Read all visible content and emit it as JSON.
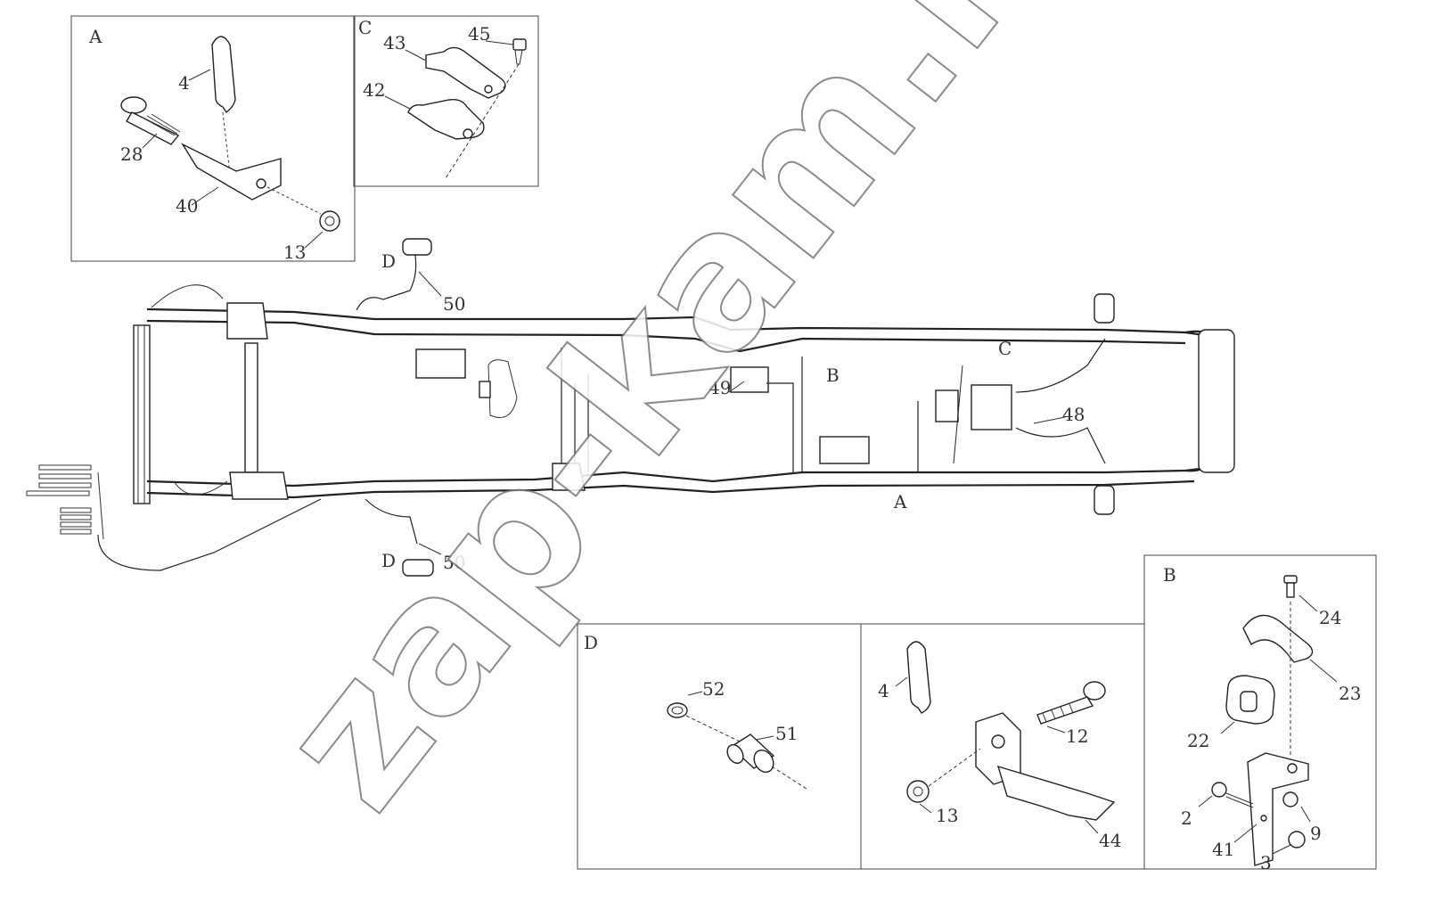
{
  "watermark": "zap-kam.ru",
  "insets": {
    "A": {
      "letter": "A",
      "parts": [
        "4",
        "28",
        "40",
        "13"
      ]
    },
    "C": {
      "letter": "C",
      "parts": [
        "43",
        "45",
        "42"
      ]
    },
    "D": {
      "letter": "D",
      "parts": [
        "52",
        "51"
      ]
    },
    "E": {
      "parts": [
        "4",
        "12",
        "13",
        "44"
      ]
    },
    "B": {
      "letter": "B",
      "parts": [
        "24",
        "23",
        "22",
        "2",
        "41",
        "9",
        "3"
      ]
    }
  },
  "main": {
    "callouts": {
      "d_top": "D",
      "p50_top": "50",
      "d_bottom": "D",
      "p50_bottom": "50",
      "p49": "49",
      "p48": "48",
      "b_ref": "B",
      "c_ref": "C",
      "a_ref": "A"
    }
  }
}
